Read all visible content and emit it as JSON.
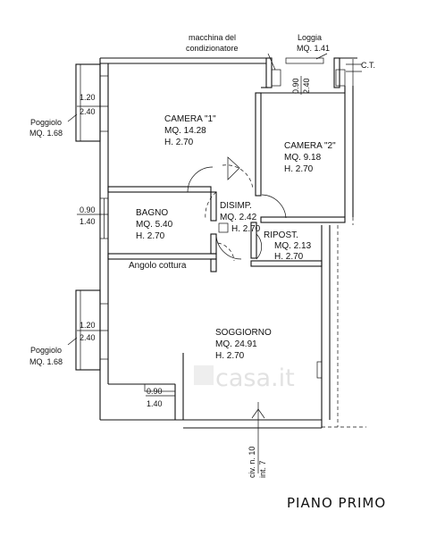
{
  "annotations": {
    "ac_unit_line1": "macchina del",
    "ac_unit_line2": "condizionatore",
    "loggia_name": "Loggia",
    "loggia_area": "MQ. 1.41",
    "ct": "C.T.",
    "watermark": "casa.it"
  },
  "rooms": {
    "camera1": {
      "name": "CAMERA \"1\"",
      "area": "MQ. 14.28",
      "height": "H. 2.70"
    },
    "camera2": {
      "name": "CAMERA \"2\"",
      "area": "MQ. 9.18",
      "height": "H. 2.70"
    },
    "bagno": {
      "name": "BAGNO",
      "area": "MQ. 5.40",
      "height": "H. 2.70"
    },
    "disimp": {
      "name": "DISIMP.",
      "area": "MQ. 2.42",
      "height": "H. 2.70"
    },
    "ripost": {
      "name": "RIPOST.",
      "area": "MQ. 2.13",
      "height": "H. 2.70"
    },
    "angolo": {
      "name": "Angolo cottura"
    },
    "soggiorno": {
      "name": "SOGGIORNO",
      "area": "MQ. 24.91",
      "height": "H. 2.70"
    },
    "poggiolo_top": {
      "name": "Poggiolo",
      "area": "MQ. 1.68"
    },
    "poggiolo_bottom": {
      "name": "Poggiolo",
      "area": "MQ. 1.68"
    }
  },
  "window_sizes": {
    "loggia": {
      "width": "0.90",
      "height": "2.40"
    },
    "poggiolo_top": {
      "width": "1.20",
      "height": "2.40"
    },
    "bagno": {
      "width": "0.90",
      "height": "1.40"
    },
    "poggiolo_bottom": {
      "width": "1.20",
      "height": "2.40"
    },
    "soggiorno": {
      "width": "0.90",
      "height": "1.40"
    }
  },
  "entrance": {
    "civ": "civ. n. 10",
    "int": "int. 7"
  },
  "floor_title": "PIANO PRIMO"
}
